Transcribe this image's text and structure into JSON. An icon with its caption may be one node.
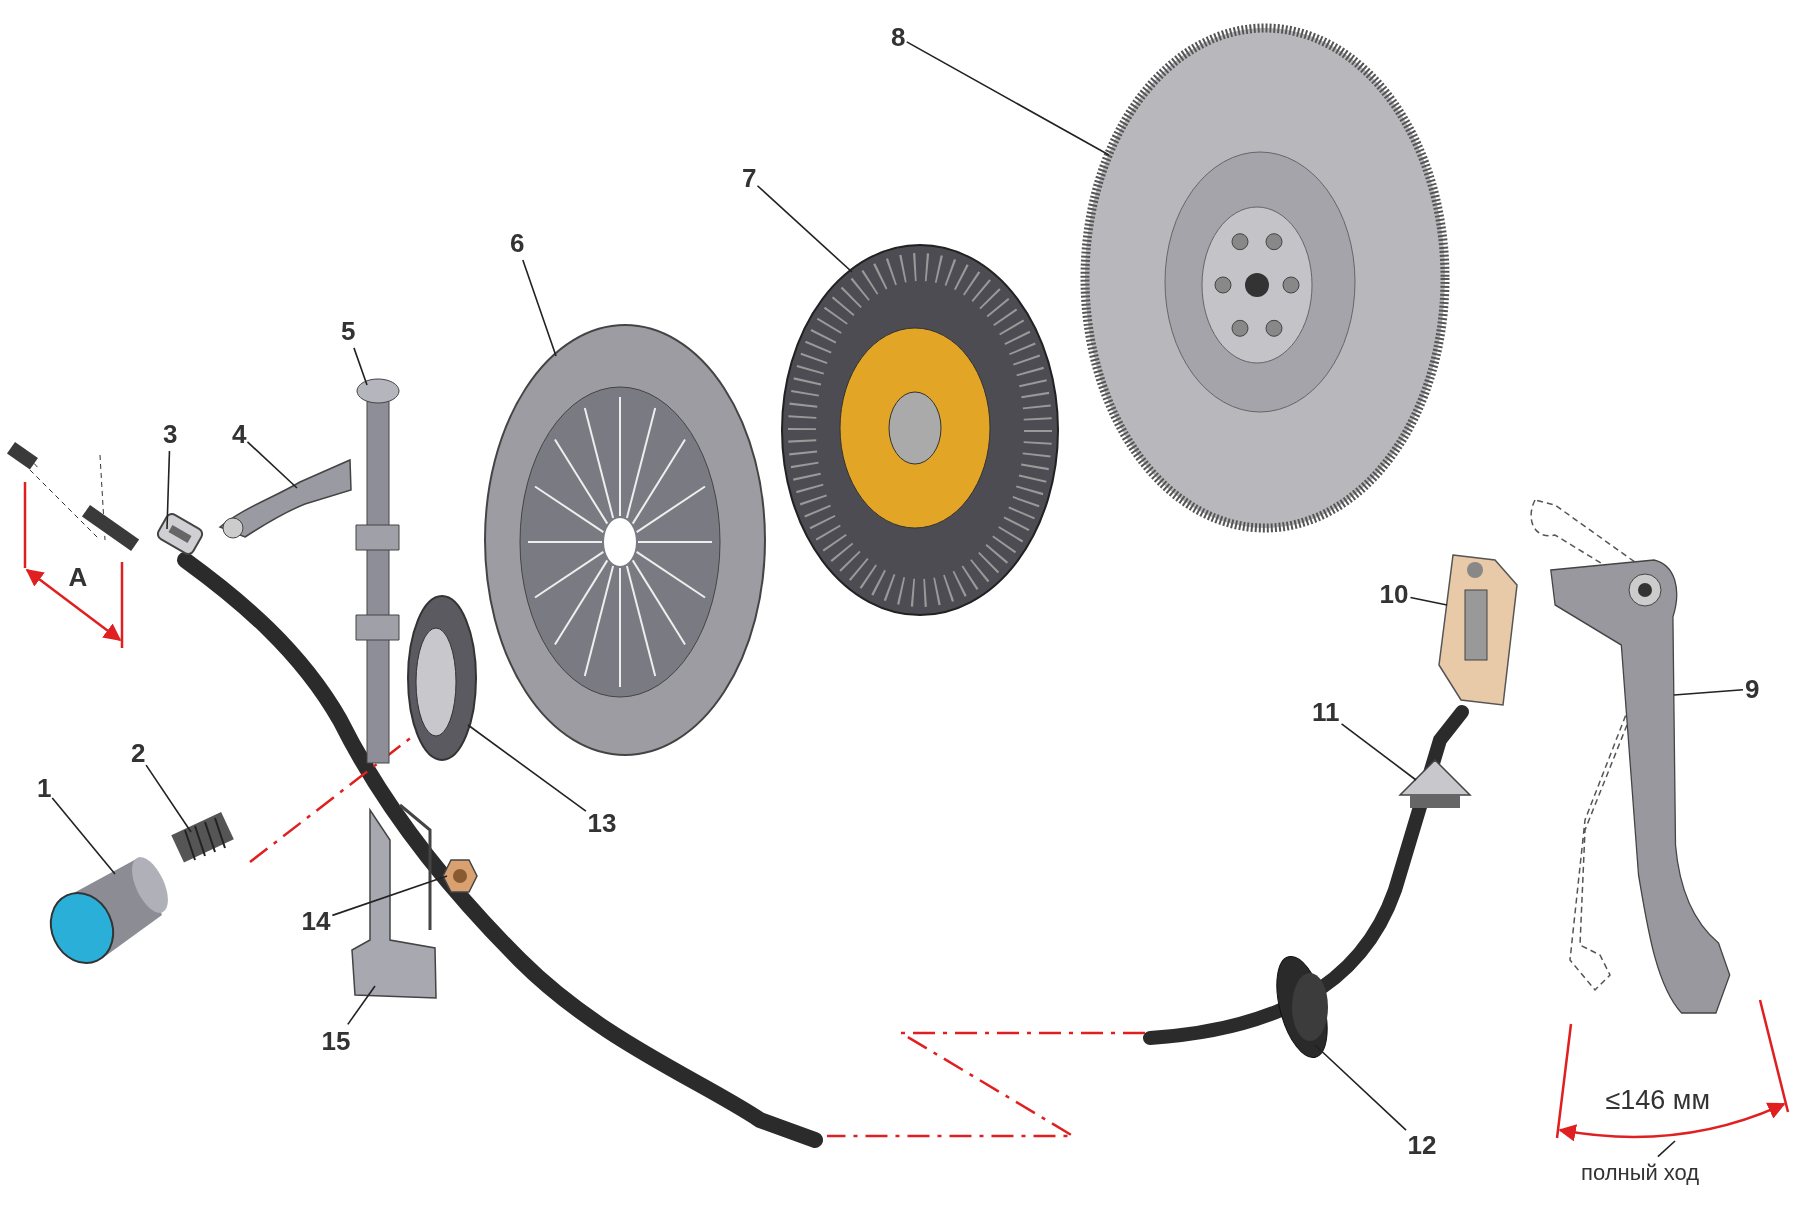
{
  "diagram": {
    "nodes": [
      {
        "text": [
          "1"
        ]
      },
      {
        "text": [
          "2"
        ]
      },
      {
        "text": [
          "3"
        ]
      },
      {
        "text": [
          "4"
        ]
      },
      {
        "text": [
          "5"
        ]
      },
      {
        "text": [
          "6"
        ]
      },
      {
        "text": [
          "7"
        ]
      },
      {
        "text": [
          "8"
        ]
      },
      {
        "text": [
          "9"
        ]
      },
      {
        "text": [
          "10"
        ]
      },
      {
        "text": [
          "11"
        ]
      },
      {
        "text": [
          "12"
        ]
      },
      {
        "text": [
          "13"
        ]
      },
      {
        "text": [
          "14"
        ]
      },
      {
        "text": [
          "15"
        ]
      },
      {
        "text": [],
        "shape": "picture"
      },
      {
        "text": [],
        "shape": "picture"
      },
      {
        "text": [],
        "shape": "picture"
      },
      {
        "text": [],
        "shape": "picture"
      },
      {
        "text": [],
        "shape": "picture"
      },
      {
        "text": [],
        "shape": "picture"
      },
      {
        "text": [],
        "shape": "picture"
      },
      {
        "text": [],
        "shape": "picture"
      },
      {
        "text": [],
        "shape": "picture"
      },
      {
        "text": [],
        "shape": "picture"
      },
      {
        "text": [],
        "shape": "picture"
      },
      {
        "text": [],
        "shape": "picture"
      },
      {
        "text": [],
        "shape": "picture"
      },
      {
        "text": [],
        "shape": "picture"
      },
      {
        "text": [],
        "shape": "picture"
      },
      {
        "text": [
          "полный ход"
        ]
      }
    ],
    "edges": [
      {
        "from": 0,
        "to": 15,
        "arrow": "none"
      },
      {
        "from": 1,
        "to": 16,
        "arrow": "none"
      },
      {
        "from": 2,
        "to": 17,
        "arrow": "none"
      },
      {
        "from": 3,
        "to": 18,
        "arrow": "none"
      },
      {
        "from": 4,
        "to": 19,
        "arrow": "none"
      },
      {
        "from": 5,
        "to": 20,
        "arrow": "none"
      },
      {
        "from": 6,
        "to": 21,
        "arrow": "none"
      },
      {
        "from": 7,
        "to": 22,
        "arrow": "none"
      },
      {
        "from": 8,
        "to": 23,
        "arrow": "none"
      },
      {
        "from": 9,
        "to": 24,
        "arrow": "none"
      },
      {
        "from": 10,
        "to": 25,
        "arrow": "none"
      },
      {
        "from": 11,
        "to": 26,
        "arrow": "none"
      },
      {
        "from": 12,
        "to": 27,
        "arrow": "none"
      },
      {
        "from": 13,
        "to": 28,
        "arrow": "none"
      },
      {
        "from": 14,
        "to": 29,
        "arrow": "none"
      },
      {
        "from": 30,
        "to": null,
        "arrow": "none"
      }
    ],
    "labels": [
      "A",
      "≤146 мм"
    ]
  }
}
